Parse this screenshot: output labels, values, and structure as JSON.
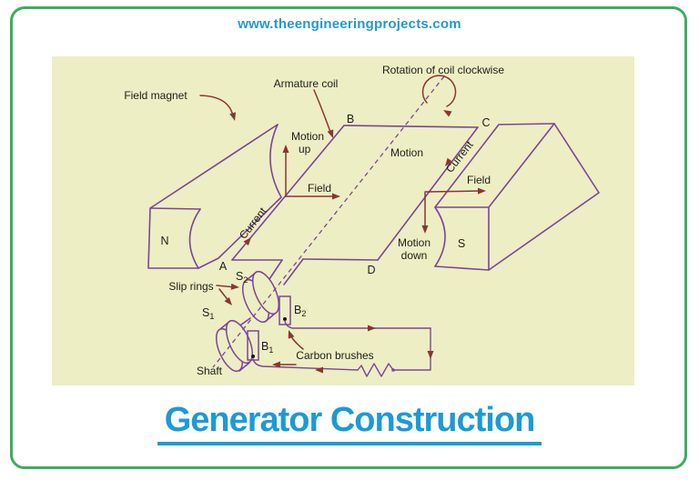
{
  "page": {
    "url_banner": "www.theengineeringprojects.com",
    "title": "Generator Construction",
    "colors": {
      "border_green": "#3cae5c",
      "link_blue": "#2398d5",
      "title_blue": "#1c9ad6",
      "diagram_bg": "#edeec3",
      "line_purple": "#7c4599",
      "arrow_maroon": "#8b3434",
      "text_dark": "#1d1d1d"
    }
  },
  "diagram": {
    "labels": {
      "field_magnet": "Field magnet",
      "armature_coil": "Armature coil",
      "rotation": "Rotation of coil clockwise",
      "motion_up_1": "Motion",
      "motion_up_2": "up",
      "motion_center": "Motion",
      "motion_down_1": "Motion",
      "motion_down_2": "down",
      "field_left": "Field",
      "field_right": "Field",
      "current_left": "Current",
      "current_right": "Current",
      "slip_rings": "Slip rings",
      "carbon_brushes": "Carbon brushes",
      "shaft": "Shaft",
      "pole_n": "N",
      "pole_s": "S",
      "corner_a": "A",
      "corner_b": "B",
      "corner_c": "C",
      "corner_d": "D",
      "s1_base": "S",
      "s1_sub": "1",
      "s2_base": "S",
      "s2_sub": "2",
      "b1_base": "B",
      "b1_sub": "1",
      "b2_base": "B",
      "b2_sub": "2"
    }
  }
}
